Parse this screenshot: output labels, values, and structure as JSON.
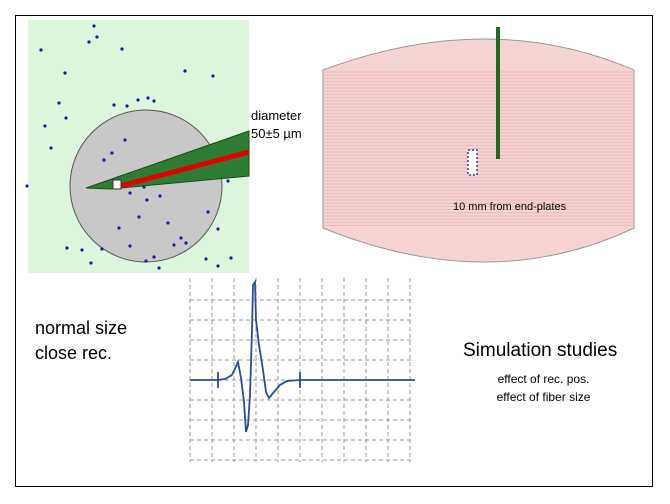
{
  "fiber_panel": {
    "diameter_label": "diameter",
    "diameter_value": "50±5 µm",
    "colors": {
      "background": "#dcf5dc",
      "fiber": "#c8c8c8",
      "needle": "#2e7d32",
      "core": "#e00000",
      "dots": "#1a1aa6"
    }
  },
  "muscle_panel": {
    "distance_label": "10 mm from end-plates",
    "colors": {
      "fill": "#f7d4d4",
      "lines": "#eab0b0",
      "needle": "#1f6b1f"
    }
  },
  "waveform_panel": {
    "colors": {
      "grid": "#9a9a9a",
      "trace": "#2a4a9a"
    }
  },
  "left_caption": {
    "line1": "normal size",
    "line2": "close rec."
  },
  "simulation": {
    "title": "Simulation studies",
    "line1": "effect of rec. pos.",
    "line2": "effect of fiber size"
  }
}
